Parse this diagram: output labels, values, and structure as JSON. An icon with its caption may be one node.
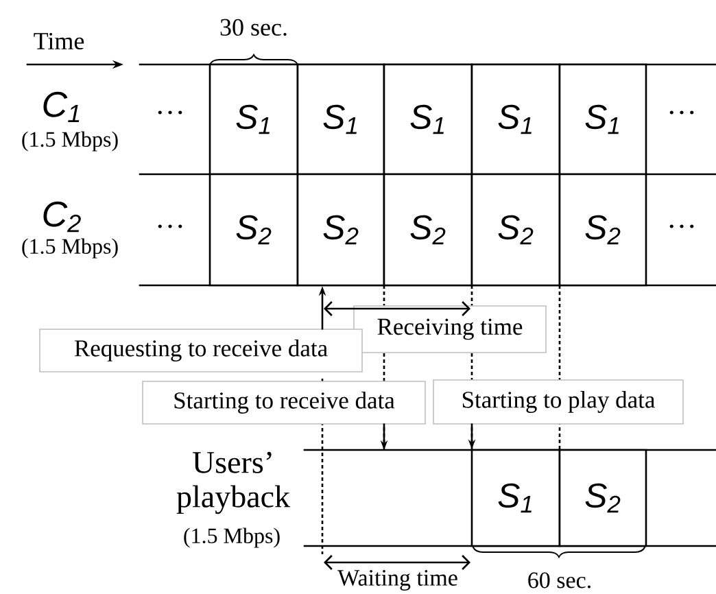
{
  "diagram": {
    "nodes": [
      {
        "text": [
          "S$_{1}$"
        ]
      },
      {
        "text": [
          "S$_{1}$"
        ]
      },
      {
        "text": [
          "S$_{1}$"
        ]
      },
      {
        "text": [
          "S$_{1}$"
        ]
      },
      {
        "text": [
          "S$_{1}$"
        ]
      },
      {
        "text": [
          "S$_{2}$"
        ]
      },
      {
        "text": [
          "S$_{2}$"
        ]
      },
      {
        "text": [
          "S$_{2}$"
        ]
      },
      {
        "text": [
          "S$_{2}$"
        ]
      },
      {
        "text": [
          "S$_{2}$"
        ]
      },
      {
        "text": [
          "Receiving time"
        ]
      },
      {
        "text": [
          "Requesting to receive data"
        ]
      },
      {
        "text": [
          "Starting to receive data"
        ]
      },
      {
        "text": [
          "Starting to play data"
        ]
      },
      {
        "text": [
          "S$_{1}$"
        ]
      },
      {
        "text": [
          "S$_{2}$"
        ]
      }
    ],
    "edges": [
      {
        "from": 11,
        "to": 6,
        "arrow": "to"
      },
      {
        "from": 12,
        "to": null,
        "arrow": "to"
      },
      {
        "from": 13,
        "to": 14,
        "arrow": "to"
      }
    ],
    "labels": [
      "Time",
      "30 sec.",
      "C$_{1}$",
      "(1.5 Mbps)",
      "…",
      "…",
      "C$_{2}$",
      "(1.5 Mbps)",
      "…",
      "…",
      "Users’ playback",
      "(1.5 Mbps)",
      "Waiting time",
      "60 sec."
    ]
  }
}
